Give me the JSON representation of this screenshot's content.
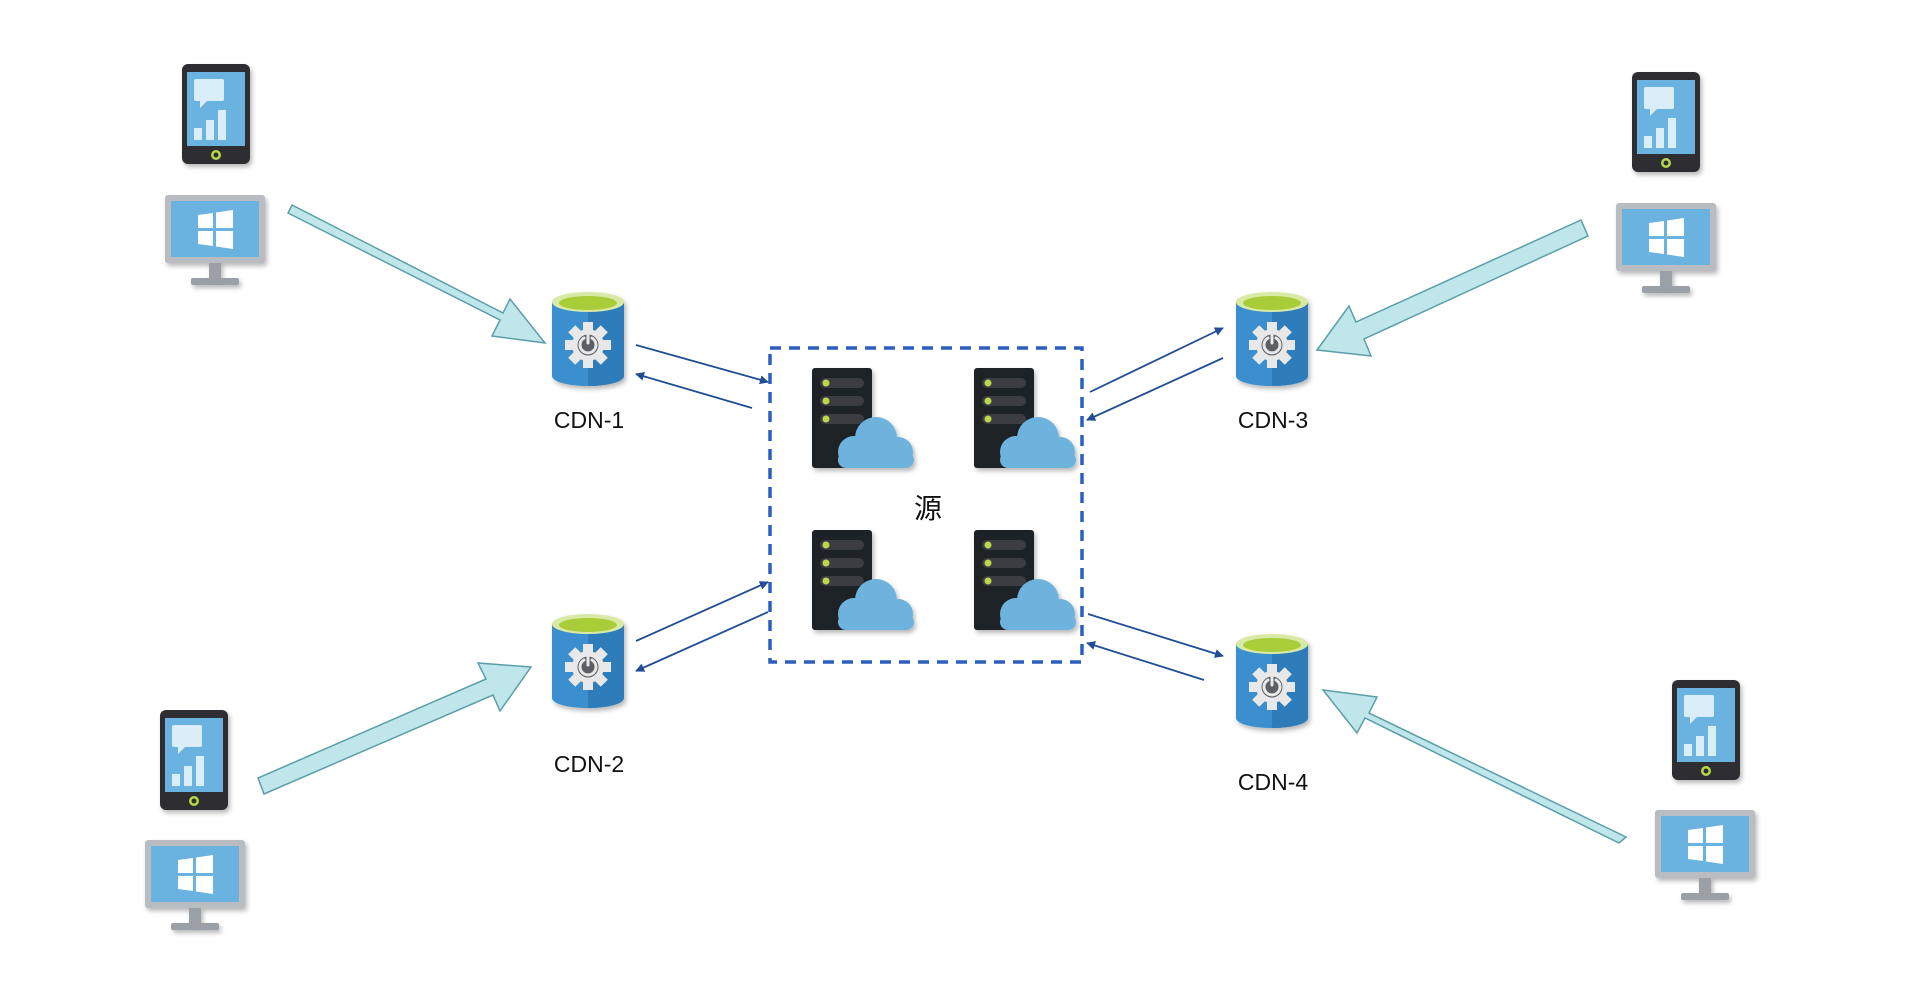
{
  "diagram": {
    "cdn_nodes": [
      {
        "label": "CDN-1",
        "icon": "cdn-gear-cylinder-icon"
      },
      {
        "label": "CDN-2",
        "icon": "cdn-gear-cylinder-icon"
      },
      {
        "label": "CDN-3",
        "icon": "cdn-gear-cylinder-icon"
      },
      {
        "label": "CDN-4",
        "icon": "cdn-gear-cylinder-icon"
      }
    ],
    "origin": {
      "label": "源",
      "icon": "server-cloud-icon",
      "server_count": 4,
      "border_color": "#2a5fbf"
    },
    "client_groups": [
      {
        "devices": [
          "mobile-phone-icon",
          "windows-monitor-icon"
        ],
        "target": "CDN-1"
      },
      {
        "devices": [
          "mobile-phone-icon",
          "windows-monitor-icon"
        ],
        "target": "CDN-2"
      },
      {
        "devices": [
          "mobile-phone-icon",
          "windows-monitor-icon"
        ],
        "target": "CDN-3"
      },
      {
        "devices": [
          "mobile-phone-icon",
          "windows-monitor-icon"
        ],
        "target": "CDN-4"
      }
    ],
    "colors": {
      "client_arrow_fill": "#bfe6ea",
      "client_arrow_stroke": "#5a9fa8",
      "link_arrow": "#1f4e96",
      "cdn_body": "#3a8fce",
      "cdn_top": "#b3d34a",
      "server_body": "#1f2226",
      "server_led": "#b8d84a",
      "cloud": "#6db3dd",
      "screen": "#6ab2df"
    }
  }
}
